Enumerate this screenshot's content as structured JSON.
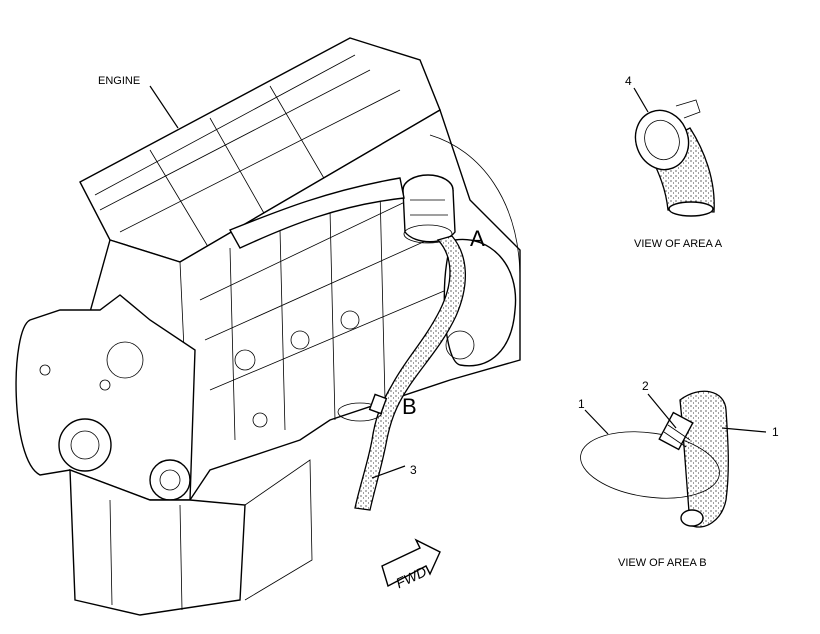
{
  "labels": {
    "engine": "ENGINE",
    "area_a": "A",
    "area_b": "B",
    "callout_3": "3",
    "callout_4": "4",
    "callout_2": "2",
    "callout_1_left": "1",
    "callout_1_right": "1",
    "view_a": "VIEW OF AREA A",
    "view_b": "VIEW OF AREA B",
    "fwd": "FWD"
  }
}
